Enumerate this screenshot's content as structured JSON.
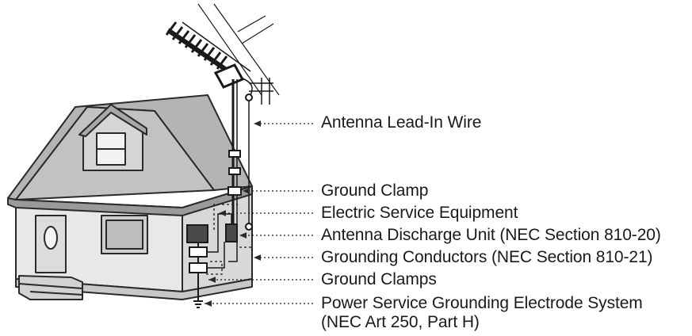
{
  "labels": {
    "antenna_lead_in": "Antenna Lead-In Wire",
    "ground_clamp": "Ground Clamp",
    "electric_service": "Electric Service Equipment",
    "discharge_unit": "Antenna Discharge Unit (NEC Section 810-20)",
    "grounding_conductors": "Grounding Conductors (NEC Section 810-21)",
    "ground_clamps": "Ground Clamps",
    "electrode_system_line1": "Power Service Grounding Electrode System",
    "electrode_system_line2": "(NEC Art 250, Part H)"
  },
  "colors": {
    "roof": "#b4b4b4",
    "wall": "#e6e6e6",
    "outline": "#2a2a2a",
    "window": "#cfcfcf"
  }
}
